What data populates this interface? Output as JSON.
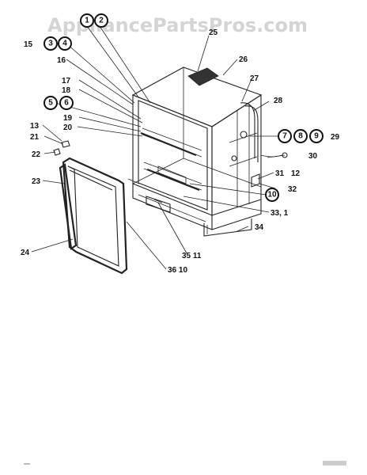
{
  "watermark": "AppliancePartsPros.com",
  "callouts": {
    "c1": "1",
    "c2": "2",
    "c3": "3",
    "c4": "4",
    "c5": "5",
    "c6": "6",
    "c7": "7",
    "c8": "8",
    "c9": "9",
    "c10a": "10"
  },
  "labels": {
    "l15": "15",
    "l16": "16",
    "l17": "17",
    "l18": "18",
    "l19": "19",
    "l20": "20",
    "l13": "13",
    "l21": "21",
    "l22": "22",
    "l23": "23",
    "l24": "24",
    "l25": "25",
    "l26": "26",
    "l27": "27",
    "l28": "28",
    "l29": "29",
    "l30": "30",
    "l31": "31",
    "l12": "12",
    "l32": "32",
    "l33": "33, 1",
    "l34": "34",
    "l35": "35 11",
    "l36": "36 10"
  }
}
